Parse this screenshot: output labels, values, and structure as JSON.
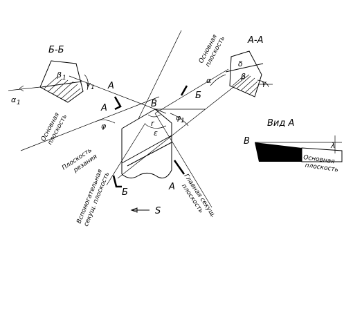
{
  "sections": {
    "bb_title": "Б-Б",
    "aa_title": "А-А",
    "view_title": "Вид А"
  },
  "labels": {
    "alpha1": "α",
    "alpha1_sub": "1",
    "beta1": "β",
    "beta1_sub": "1",
    "gamma1": "γ",
    "gamma1_sub": "1",
    "alpha": "α",
    "beta": "β",
    "gamma": "γ",
    "delta": "δ",
    "phi": "φ",
    "phi1": "φ",
    "phi1_sub": "1",
    "epsilon": "ε",
    "r": "r",
    "lambda": "λ",
    "A_top": "А",
    "A_left": "А",
    "A_bottom": "А",
    "B_top": "Б",
    "B_bottom": "Б",
    "V_tip": "В",
    "V_view": "В",
    "S": "S"
  },
  "planes": {
    "base_left_1": "Основная",
    "base_left_2": "плоскость",
    "base_right_1": "Основная",
    "base_right_2": "плоскость",
    "base_view_1": "Основная",
    "base_view_2": "плоскость",
    "cutting_1": "Плоскость",
    "cutting_2": "резания",
    "aux_1": "Вспомогательная",
    "aux_2": "секущ. плоскость",
    "main_1": "Главная секущ.",
    "main_2": "плоскость"
  }
}
